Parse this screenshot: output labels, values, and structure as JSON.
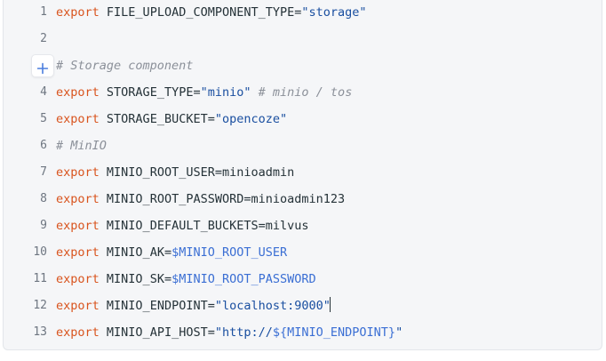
{
  "editor": {
    "language": "shell",
    "colors": {
      "background": "#f5f6f8",
      "border": "#e3e6ea",
      "gutter_text": "#6e7681",
      "keyword": "#d9541e",
      "string": "#1a4fa0",
      "variable": "#3b6fd4",
      "comment": "#8b9099",
      "text": "#253238",
      "add_button_plus": "#4a7dde"
    },
    "add_line_button": {
      "name": "add-line-button",
      "icon": "plus-icon",
      "at_line": 3
    },
    "caret": {
      "line": 12,
      "after_text": "export MINIO_ENDPOINT=\"localhost:9000\""
    },
    "lines": [
      {
        "number": "1",
        "tokens": [
          {
            "t": "export",
            "c": "kw"
          },
          {
            "t": " ",
            "c": "plain"
          },
          {
            "t": "FILE_UPLOAD_COMPONENT_TYPE",
            "c": "name"
          },
          {
            "t": "=",
            "c": "op"
          },
          {
            "t": "\"storage\"",
            "c": "str"
          }
        ]
      },
      {
        "number": "2",
        "tokens": []
      },
      {
        "number": "",
        "is_add_row": true,
        "tokens": [
          {
            "t": "# Storage component",
            "c": "comment"
          }
        ]
      },
      {
        "number": "4",
        "tokens": [
          {
            "t": "export",
            "c": "kw"
          },
          {
            "t": " ",
            "c": "plain"
          },
          {
            "t": "STORAGE_TYPE",
            "c": "name"
          },
          {
            "t": "=",
            "c": "op"
          },
          {
            "t": "\"minio\"",
            "c": "str"
          },
          {
            "t": " ",
            "c": "plain"
          },
          {
            "t": "# minio / tos",
            "c": "comment"
          }
        ]
      },
      {
        "number": "5",
        "tokens": [
          {
            "t": "export",
            "c": "kw"
          },
          {
            "t": " ",
            "c": "plain"
          },
          {
            "t": "STORAGE_BUCKET",
            "c": "name"
          },
          {
            "t": "=",
            "c": "op"
          },
          {
            "t": "\"opencoze\"",
            "c": "str"
          }
        ]
      },
      {
        "number": "6",
        "tokens": [
          {
            "t": "# MinIO",
            "c": "comment"
          }
        ]
      },
      {
        "number": "7",
        "tokens": [
          {
            "t": "export",
            "c": "kw"
          },
          {
            "t": " ",
            "c": "plain"
          },
          {
            "t": "MINIO_ROOT_USER",
            "c": "name"
          },
          {
            "t": "=",
            "c": "op"
          },
          {
            "t": "minioadmin",
            "c": "plain"
          }
        ]
      },
      {
        "number": "8",
        "tokens": [
          {
            "t": "export",
            "c": "kw"
          },
          {
            "t": " ",
            "c": "plain"
          },
          {
            "t": "MINIO_ROOT_PASSWORD",
            "c": "name"
          },
          {
            "t": "=",
            "c": "op"
          },
          {
            "t": "minioadmin123",
            "c": "plain"
          }
        ]
      },
      {
        "number": "9",
        "tokens": [
          {
            "t": "export",
            "c": "kw"
          },
          {
            "t": " ",
            "c": "plain"
          },
          {
            "t": "MINIO_DEFAULT_BUCKETS",
            "c": "name"
          },
          {
            "t": "=",
            "c": "op"
          },
          {
            "t": "milvus",
            "c": "plain"
          }
        ]
      },
      {
        "number": "10",
        "tokens": [
          {
            "t": "export",
            "c": "kw"
          },
          {
            "t": " ",
            "c": "plain"
          },
          {
            "t": "MINIO_AK",
            "c": "name"
          },
          {
            "t": "=",
            "c": "op"
          },
          {
            "t": "$MINIO_ROOT_USER",
            "c": "var"
          }
        ]
      },
      {
        "number": "11",
        "tokens": [
          {
            "t": "export",
            "c": "kw"
          },
          {
            "t": " ",
            "c": "plain"
          },
          {
            "t": "MINIO_SK",
            "c": "name"
          },
          {
            "t": "=",
            "c": "op"
          },
          {
            "t": "$MINIO_ROOT_PASSWORD",
            "c": "var"
          }
        ]
      },
      {
        "number": "12",
        "has_caret": true,
        "tokens": [
          {
            "t": "export",
            "c": "kw"
          },
          {
            "t": " ",
            "c": "plain"
          },
          {
            "t": "MINIO_ENDPOINT",
            "c": "name"
          },
          {
            "t": "=",
            "c": "op"
          },
          {
            "t": "\"localhost:9000\"",
            "c": "str"
          }
        ]
      },
      {
        "number": "13",
        "tokens": [
          {
            "t": "export",
            "c": "kw"
          },
          {
            "t": " ",
            "c": "plain"
          },
          {
            "t": "MINIO_API_HOST",
            "c": "name"
          },
          {
            "t": "=",
            "c": "op"
          },
          {
            "t": "\"http://",
            "c": "str"
          },
          {
            "t": "${MINIO_ENDPOINT}",
            "c": "var"
          },
          {
            "t": "\"",
            "c": "str"
          }
        ]
      }
    ]
  }
}
